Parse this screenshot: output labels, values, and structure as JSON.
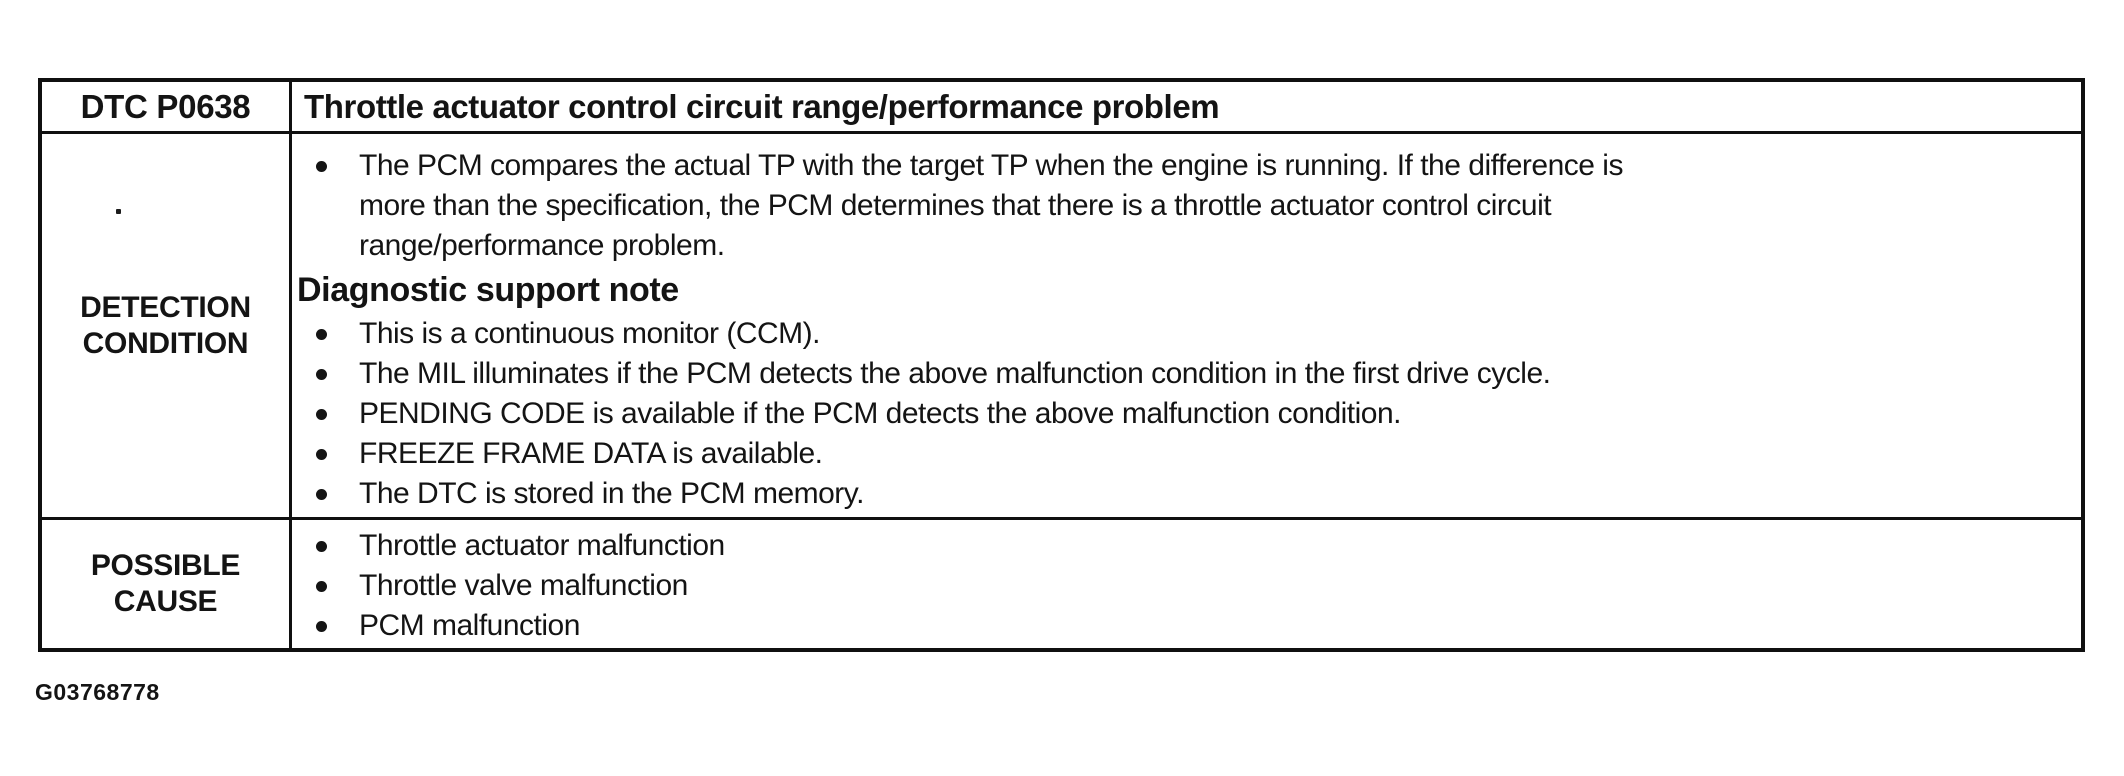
{
  "colors": {
    "ink": "#141414",
    "paper": "#ffffff",
    "border": "#101010"
  },
  "table": {
    "header": {
      "code": "DTC P0638",
      "title": "Throttle actuator control circuit range/performance problem"
    },
    "detection": {
      "label": "DETECTION CONDITION",
      "intro_bullets": [
        "The PCM compares the actual TP with the target TP when the engine is running. If the difference is more than the specification, the PCM determines that there is a throttle actuator control circuit range/performance problem."
      ],
      "note_heading": "Diagnostic support note",
      "note_bullets": [
        "This is a continuous monitor (CCM).",
        "The MIL illuminates if the PCM detects the above malfunction condition in the first drive cycle.",
        "PENDING CODE is available if the PCM detects the above malfunction condition.",
        "FREEZE FRAME DATA is available.",
        "The DTC is stored in the PCM memory."
      ]
    },
    "possible_cause": {
      "label": "POSSIBLE CAUSE",
      "bullets": [
        "Throttle actuator malfunction",
        "Throttle valve malfunction",
        "PCM malfunction"
      ]
    }
  },
  "figure_code": "G03768778"
}
